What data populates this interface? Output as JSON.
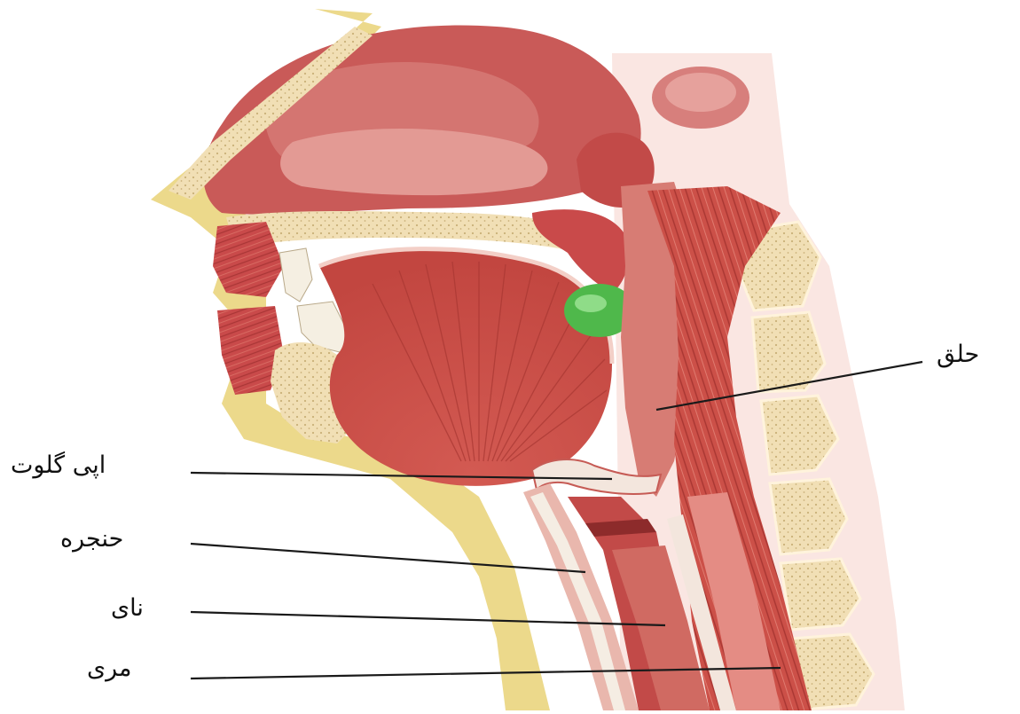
{
  "labels": {
    "pharynx": "حلق",
    "epiglottis": "اپی گلوت",
    "larynx": "حنجره",
    "trachea": "نای",
    "esophagus": "مری"
  },
  "colors": {
    "muscle": "#c94a4a",
    "muscle_light": "#d9706a",
    "tissue_pink": "#e7a7a0",
    "bone": "#f1dfb5",
    "skin_yellow": "#ecd98b",
    "tonsil_green": "#4fb84b",
    "background": "#ffffff"
  }
}
